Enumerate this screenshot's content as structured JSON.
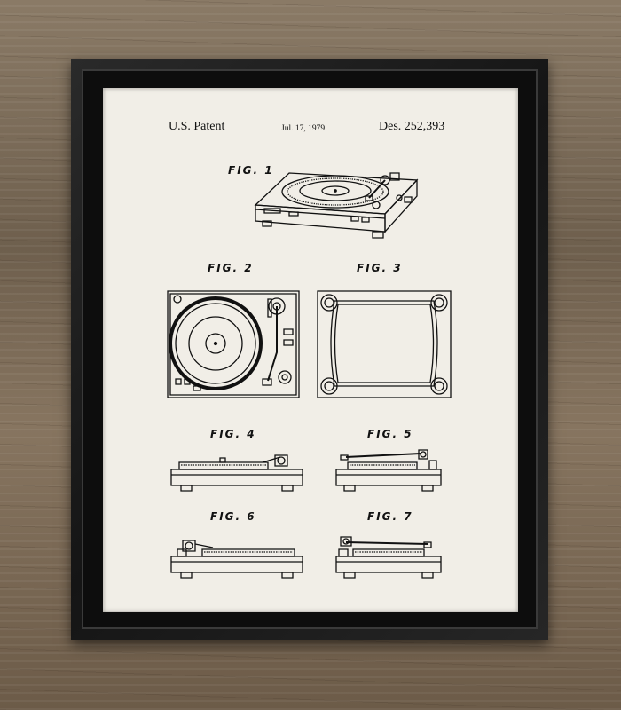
{
  "patent": {
    "left": "U.S. Patent",
    "date": "Jul. 17, 1979",
    "number": "Des. 252,393"
  },
  "figures": {
    "fig1": "FIG. 1",
    "fig2": "FIG. 2",
    "fig3": "FIG. 3",
    "fig4": "FIG. 4",
    "fig5": "FIG. 5",
    "fig6": "FIG. 6",
    "fig7": "FIG. 7"
  },
  "colors": {
    "paper": "#f1eee7",
    "ink": "#111111",
    "frame": "#1a1a1a"
  }
}
